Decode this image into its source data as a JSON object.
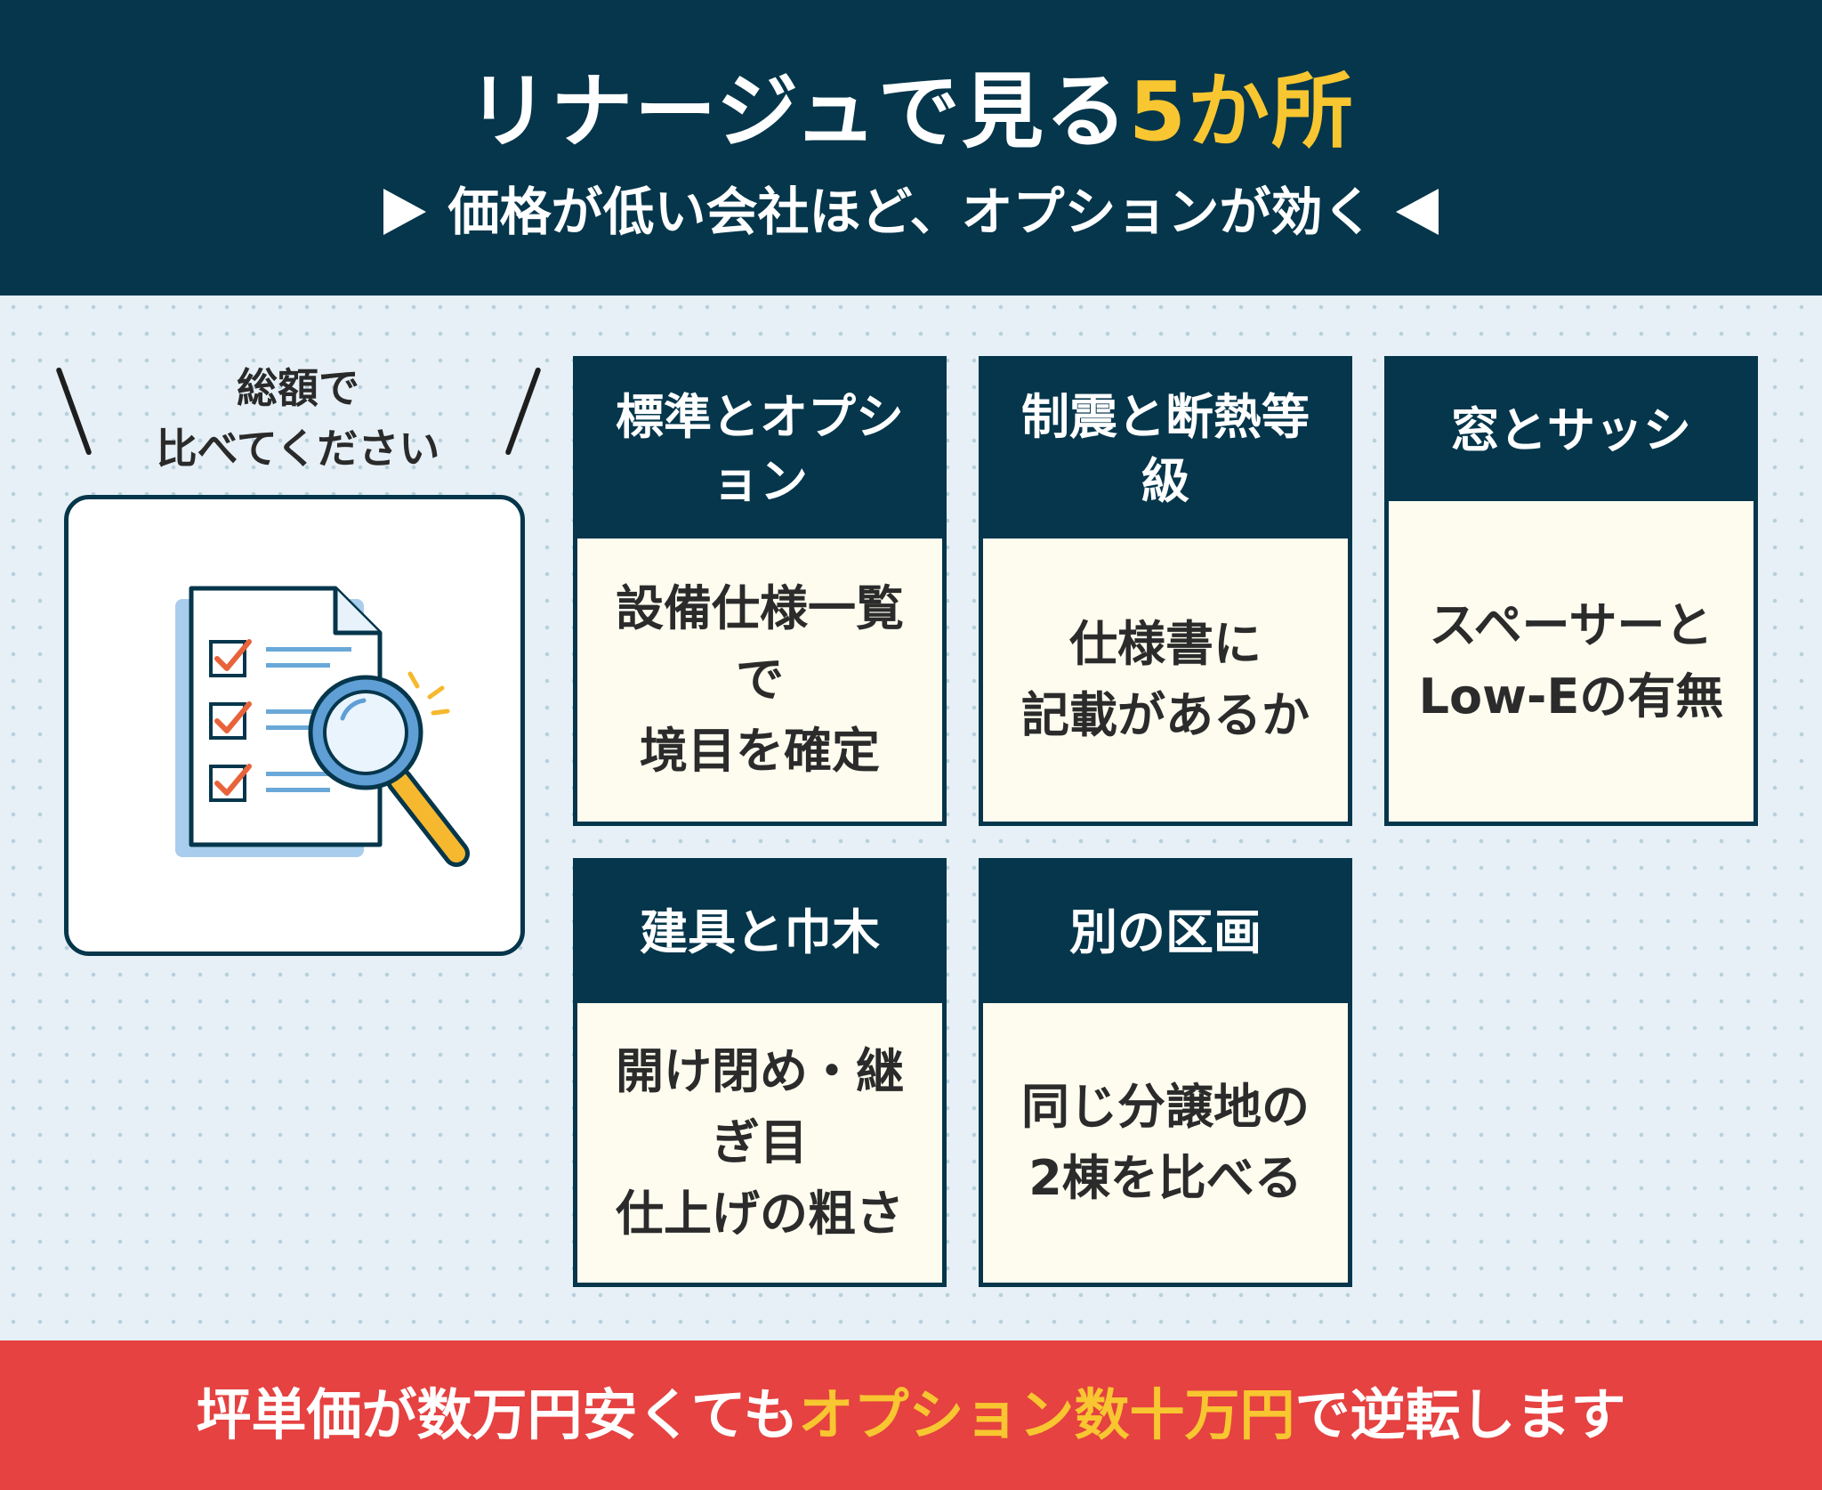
{
  "header": {
    "title_main": "リナージュで見る",
    "title_highlight": "5か所",
    "subtitle": "価格が低い会社ほど、オプションが効く"
  },
  "compare_note": {
    "line1": "総額で",
    "line2": "比べてください"
  },
  "cards": [
    {
      "title": "標準とオプション",
      "body": "設備仕様一覧で\n境目を確定"
    },
    {
      "title": "制震と断熱等級",
      "body": "仕様書に\n記載があるか"
    },
    {
      "title": "窓とサッシ",
      "body": "スペーサーとLow-Eの有無"
    },
    {
      "title": "建具と巾木",
      "body": "開け閉め・継ぎ目\n仕上げの粗さ"
    },
    {
      "title": "別の区画",
      "body": "同じ分譲地の\n2棟を比べる"
    }
  ],
  "footer": {
    "part1": "坪単価が数万円安くても",
    "highlight": "オプション数十万円",
    "part2": "で逆転します"
  },
  "colors": {
    "navy": "#05364b",
    "yellow": "#f8c630",
    "red": "#e54241",
    "card_bg": "#fdfcef",
    "page_bg": "#e6f0f6"
  },
  "icons": {
    "illustration": "checklist-magnifier-icon",
    "subtitle_left": "triangle-right-icon",
    "subtitle_right": "triangle-left-icon"
  }
}
